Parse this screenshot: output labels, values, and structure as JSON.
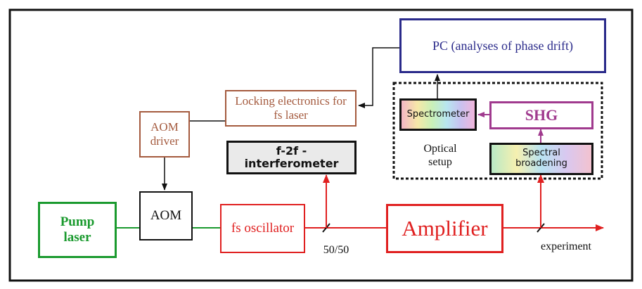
{
  "colors": {
    "red": "#e02020",
    "green": "#1a9a2e",
    "brown": "#a45a3e",
    "navy": "#2a2a8a",
    "purple": "#a03a8e",
    "black": "#111111"
  },
  "blocks": {
    "pump_laser": "Pump laser",
    "aom": "AOM",
    "aom_driver": "AOM driver",
    "fs_oscillator": "fs oscillator",
    "f2f_interferometer": "f-2f - interferometer",
    "locking_electronics": "Locking electronics for fs laser",
    "amplifier": "Amplifier",
    "pc": "PC (analyses of phase drift)",
    "spectrometer": "Spectrometer",
    "shg": "SHG",
    "spectral_broadening": "Spectral broadening"
  },
  "labels": {
    "optical_setup": "Optical setup",
    "beam_splitter": "50/50",
    "experiment": "experiment"
  }
}
